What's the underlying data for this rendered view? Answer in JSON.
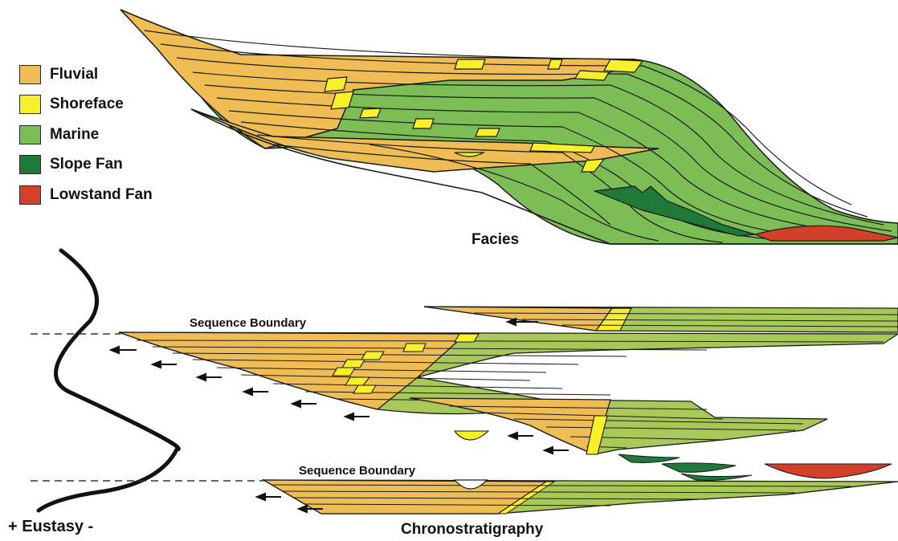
{
  "legend": [
    {
      "label": "Fluvial",
      "color": "#f0bd55"
    },
    {
      "label": "Shoreface",
      "color": "#f7f02a"
    },
    {
      "label": "Marine",
      "color": "#7dbd55"
    },
    {
      "label": "Slope Fan",
      "color": "#1f7a3a"
    },
    {
      "label": "Lowstand Fan",
      "color": "#d2402a"
    }
  ],
  "captions": {
    "facies": "Facies",
    "chronostratigraphy": "Chronostratigraphy",
    "sequence_boundary_upper": "Sequence Boundary",
    "sequence_boundary_lower": "Sequence Boundary",
    "eustasy": "+ Eustasy -"
  },
  "colors": {
    "fluvial": "#f0bd55",
    "shoreface": "#f7f02a",
    "marine": "#7dbd55",
    "marine_chrono": "#a9c85a",
    "slope_fan": "#1f7a3a",
    "lowstand_fan": "#d2402a",
    "line": "#1a1a1a"
  }
}
